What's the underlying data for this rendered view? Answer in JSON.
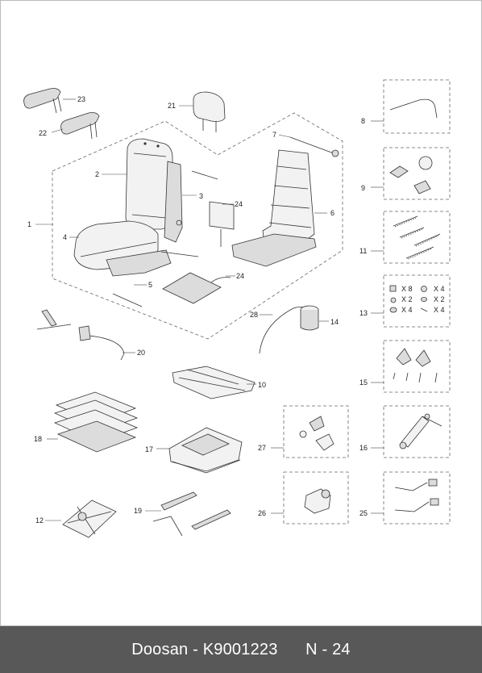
{
  "footer": {
    "brand": "Doosan",
    "separator": " - ",
    "part_number": "K9001223",
    "page": "N - 24"
  },
  "callouts": {
    "c1": "1",
    "c2": "2",
    "c3": "3",
    "c4": "4",
    "c5": "5",
    "c6": "6",
    "c7": "7",
    "c8": "8",
    "c9": "9",
    "c10": "10",
    "c11": "11",
    "c12": "12",
    "c13": "13",
    "c14": "14",
    "c15": "15",
    "c16": "16",
    "c17": "17",
    "c18": "18",
    "c19": "19",
    "c20": "20",
    "c21": "21",
    "c22": "22",
    "c23": "23",
    "c24a": "24",
    "c24b": "24",
    "c25": "25",
    "c26": "26",
    "c27": "27",
    "c28": "28"
  },
  "kit13": {
    "q1": "X 8",
    "q2": "X 4",
    "q3": "X 2",
    "q4": "X 2",
    "q5": "X 4",
    "q6": "X 4"
  }
}
